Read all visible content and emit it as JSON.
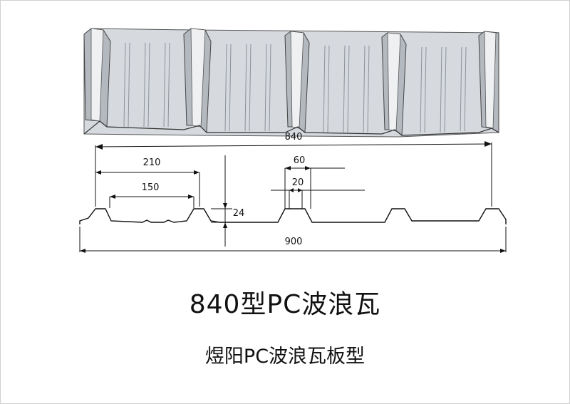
{
  "dimensions": {
    "overall_width": "840",
    "span_210": "210",
    "span_150": "150",
    "rib_top_60": "60",
    "rib_top_20": "20",
    "height_24": "24",
    "total_900": "900"
  },
  "title": "840型PC波浪瓦",
  "subtitle": "煜阳PC波浪瓦板型",
  "colors": {
    "panel_fill": "#d6dadf",
    "panel_light": "#eef0f2",
    "panel_dark": "#a6abb1",
    "outline": "#333333"
  }
}
